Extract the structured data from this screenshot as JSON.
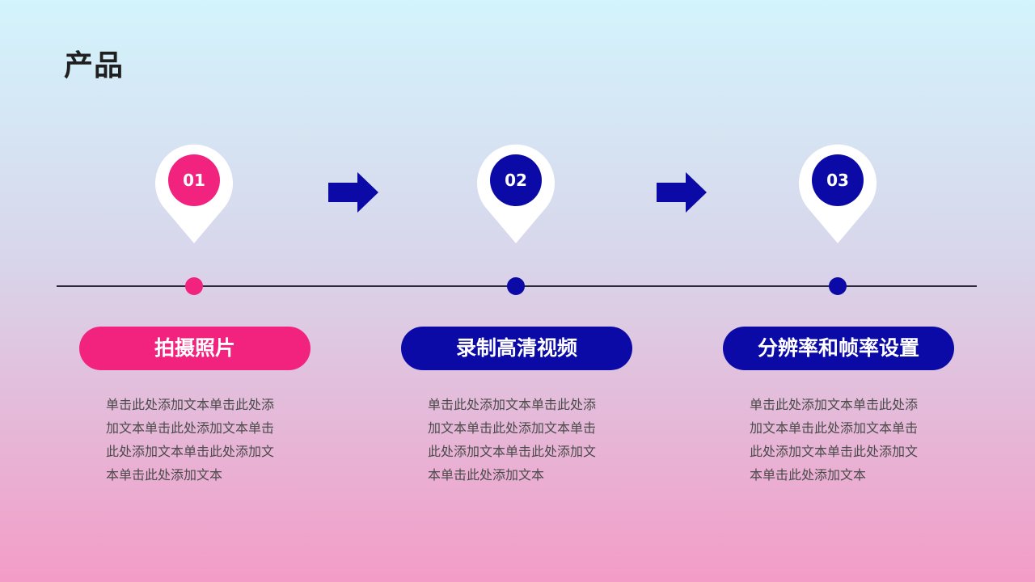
{
  "title": "产品",
  "colors": {
    "pink": "#f2237f",
    "navy": "#0b0aa7",
    "line": "#2a2a3a",
    "text": "#4a4a4a",
    "pin": "#ffffff"
  },
  "steps": [
    {
      "number": "01",
      "label": "拍摄照片",
      "color": "#f2237f",
      "desc": "单击此处添加文本单击此处添加文本单击此处添加文本单击此处添加文本单击此处添加文本单击此处添加文本"
    },
    {
      "number": "02",
      "label": "录制高清视频",
      "color": "#0b0aa7",
      "desc": "单击此处添加文本单击此处添加文本单击此处添加文本单击此处添加文本单击此处添加文本单击此处添加文本"
    },
    {
      "number": "03",
      "label": "分辨率和帧率设置",
      "color": "#0b0aa7",
      "desc": "单击此处添加文本单击此处添加文本单击此处添加文本单击此处添加文本单击此处添加文本单击此处添加文本"
    }
  ],
  "icons": {
    "pin": "location-pin-icon",
    "arrow": "right-arrow-icon"
  }
}
